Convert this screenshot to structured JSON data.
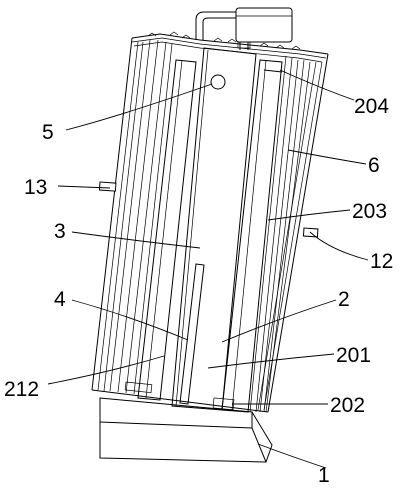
{
  "labels": {
    "l1": "1",
    "l2": "2",
    "l3": "3",
    "l4": "4",
    "l5": "5",
    "l6": "6",
    "l12": "12",
    "l13": "13",
    "l201": "201",
    "l202": "202",
    "l203": "203",
    "l204": "204",
    "l212": "212"
  }
}
